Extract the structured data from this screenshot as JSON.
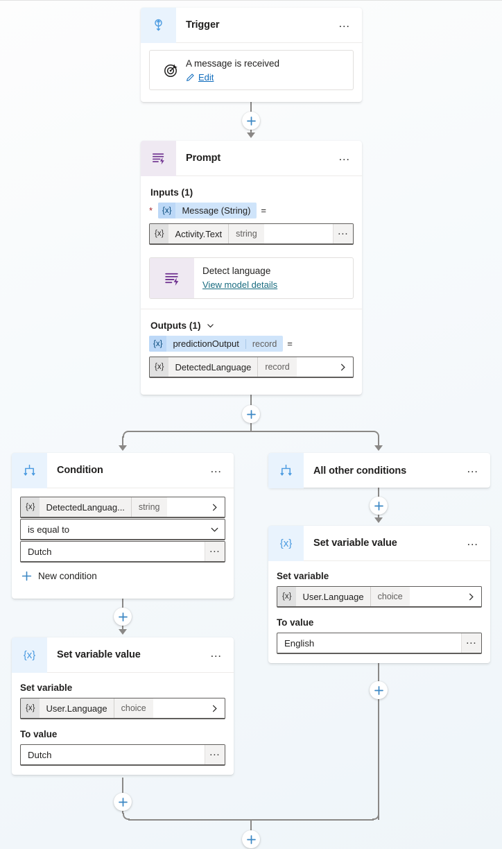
{
  "colors": {
    "accent_blue": "#0f6cbd",
    "icon_blue": "#4a9ae0",
    "icon_purple": "#6d2f8e",
    "connector_gray": "#8a8886",
    "link_teal": "#186b7f",
    "required_red": "#a4262c",
    "header_blue_bg": "#e9f3fd",
    "header_purple_bg": "#efe9f2"
  },
  "nodes": {
    "trigger": {
      "title": "Trigger",
      "icon": "trigger-bulb-icon",
      "menu": "…",
      "item": {
        "icon": "target-bullseye-icon",
        "title": "A message is received",
        "edit_icon": "pencil-icon",
        "edit_label": "Edit"
      }
    },
    "prompt": {
      "title": "Prompt",
      "icon": "prompt-lines-bolt-icon",
      "menu": "…",
      "inputs_label": "Inputs (1)",
      "input_token": {
        "required_marker": "*",
        "token_icon": "{x}",
        "name": "Message (String)",
        "equals": "="
      },
      "input_value": {
        "token_icon": "{x}",
        "name": "Activity.Text",
        "type": "string",
        "menu": "…"
      },
      "model": {
        "icon": "prompt-lines-bolt-icon",
        "name": "Detect language",
        "link": "View model details"
      },
      "outputs_label": "Outputs (1)",
      "outputs_chevron": "chevron-down-icon",
      "output_token": {
        "token_icon": "{x}",
        "name": "predictionOutput",
        "type": "record",
        "equals": "="
      },
      "output_value": {
        "token_icon": "{x}",
        "name": "DetectedLanguage",
        "type": "record",
        "chevron": "chevron-right-icon"
      }
    },
    "condition": {
      "title": "Condition",
      "icon": "branch-condition-icon",
      "menu": "…",
      "variable": {
        "token_icon": "{x}",
        "name": "DetectedLanguag...",
        "type": "string",
        "chevron": "chevron-right-icon"
      },
      "operator": {
        "value": "is equal to",
        "chevron": "chevron-down-icon"
      },
      "value": {
        "text": "Dutch",
        "menu": "…"
      },
      "new_condition": {
        "icon": "plus-icon",
        "label": "New condition"
      }
    },
    "all_other_conditions": {
      "title": "All other conditions",
      "icon": "branch-condition-icon",
      "menu": "…"
    },
    "set_var_dutch": {
      "title": "Set variable value",
      "icon": "variable-braces-icon",
      "menu": "…",
      "set_variable_label": "Set variable",
      "variable": {
        "token_icon": "{x}",
        "name": "User.Language",
        "type": "choice",
        "chevron": "chevron-right-icon"
      },
      "to_value_label": "To value",
      "value": {
        "text": "Dutch",
        "menu": "…"
      }
    },
    "set_var_english": {
      "title": "Set variable value",
      "icon": "variable-braces-icon",
      "menu": "…",
      "set_variable_label": "Set variable",
      "variable": {
        "token_icon": "{x}",
        "name": "User.Language",
        "type": "choice",
        "chevron": "chevron-right-icon"
      },
      "to_value_label": "To value",
      "value": {
        "text": "English",
        "menu": "…"
      }
    }
  },
  "add_buttons": [
    {
      "name": "add-node-after-trigger",
      "icon": "plus-icon"
    },
    {
      "name": "add-node-after-prompt",
      "icon": "plus-icon"
    },
    {
      "name": "add-node-after-all-other-conditions",
      "icon": "plus-icon"
    },
    {
      "name": "add-node-after-condition",
      "icon": "plus-icon"
    },
    {
      "name": "add-node-after-set-var-english",
      "icon": "plus-icon"
    },
    {
      "name": "add-node-after-set-var-dutch",
      "icon": "plus-icon"
    },
    {
      "name": "add-node-after-merge",
      "icon": "plus-icon"
    }
  ]
}
